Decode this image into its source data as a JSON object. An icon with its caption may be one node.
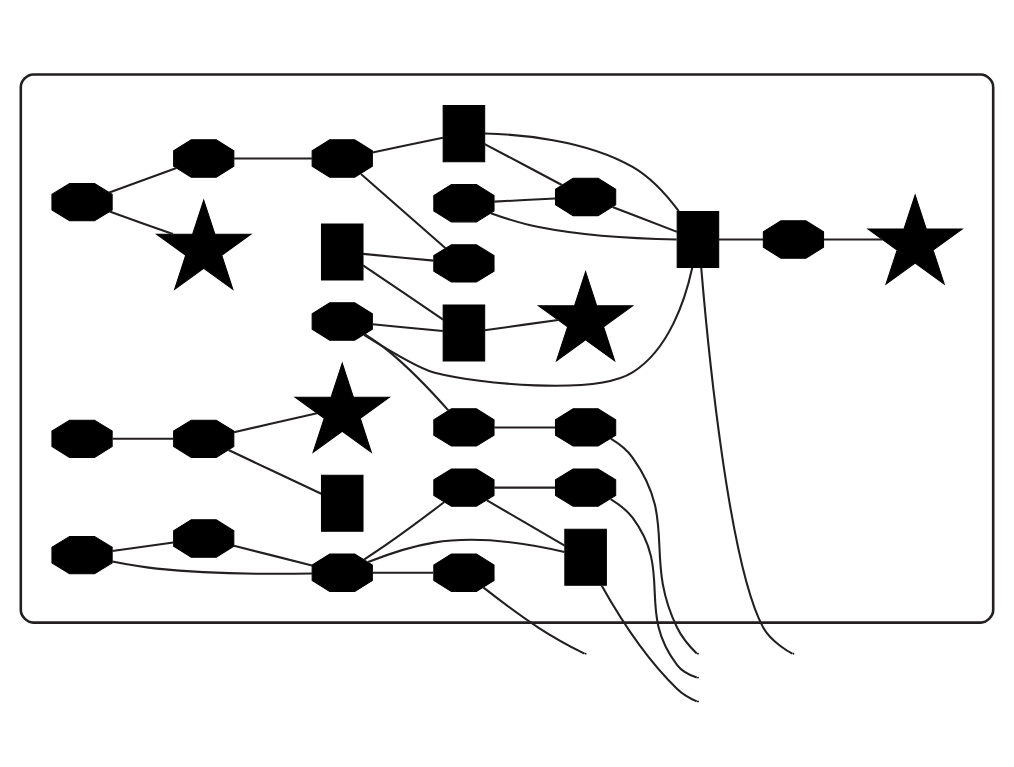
{
  "diagram": {
    "nodes": [
      {
        "text": [],
        "shape": "cloud"
      },
      {
        "text": [],
        "shape": "octagon",
        "in": 0
      },
      {
        "text": [],
        "shape": "octagon",
        "in": 0
      },
      {
        "text": [],
        "shape": "octagon",
        "in": 0
      },
      {
        "text": [],
        "shape": "box",
        "in": 0
      },
      {
        "text": [],
        "shape": "star",
        "in": 0
      },
      {
        "text": [],
        "shape": "octagon",
        "in": 0
      },
      {
        "text": [],
        "shape": "box",
        "in": 0
      },
      {
        "text": [],
        "shape": "octagon",
        "in": 0
      },
      {
        "text": [],
        "shape": "octagon",
        "in": 0
      },
      {
        "text": [],
        "shape": "octagon",
        "in": 0
      },
      {
        "text": [],
        "shape": "octagon",
        "in": 0
      },
      {
        "text": [],
        "shape": "octagon",
        "in": 0
      },
      {
        "text": [],
        "shape": "box",
        "in": 0
      },
      {
        "text": [],
        "shape": "octagon",
        "in": 0
      },
      {
        "text": [],
        "shape": "octagon",
        "in": 0
      },
      {
        "text": [],
        "shape": "octagon",
        "in": 0
      },
      {
        "text": [],
        "shape": "box",
        "in": 0
      },
      {
        "text": [],
        "shape": "octagon",
        "in": 0
      },
      {
        "text": [],
        "shape": "octagon",
        "in": 0
      },
      {
        "text": [],
        "shape": "octagon",
        "in": 0
      },
      {
        "text": [],
        "shape": "star",
        "in": 0
      },
      {
        "text": [],
        "shape": "box",
        "in": 0
      },
      {
        "text": [],
        "shape": "octagon",
        "in": 0
      },
      {
        "text": [],
        "shape": "star",
        "in": 0
      },
      {
        "text": [],
        "shape": "octagon",
        "in": 0
      },
      {
        "text": [],
        "shape": "box",
        "in": 0
      },
      {
        "text": [],
        "shape": "octagon",
        "in": 0
      },
      {
        "text": [],
        "shape": "star",
        "in": 0
      }
    ],
    "edges": [
      {
        "from": 1,
        "to": 2,
        "arrow": "none"
      },
      {
        "from": 1,
        "to": 3,
        "arrow": "none"
      },
      {
        "from": 3,
        "to": 2,
        "arrow": "none"
      },
      {
        "from": 2,
        "to": 9,
        "arrow": "none"
      },
      {
        "from": 2,
        "to": 4,
        "arrow": "none"
      },
      {
        "from": 2,
        "to": 8,
        "arrow": "none"
      },
      {
        "from": 8,
        "to": 4,
        "arrow": "none"
      },
      {
        "from": 4,
        "to": null,
        "arrow": "none"
      },
      {
        "from": 8,
        "to": 14,
        "arrow": "none"
      },
      {
        "from": 14,
        "to": null,
        "arrow": "none"
      },
      {
        "from": 9,
        "to": null,
        "arrow": "none"
      },
      {
        "from": 6,
        "to": 5,
        "arrow": "none"
      },
      {
        "from": 6,
        "to": 11,
        "arrow": "none"
      },
      {
        "from": 11,
        "to": 12,
        "arrow": "none"
      },
      {
        "from": 12,
        "to": 7,
        "arrow": "none"
      },
      {
        "from": 12,
        "to": 16,
        "arrow": "none"
      },
      {
        "from": 7,
        "to": 13,
        "arrow": "none"
      },
      {
        "from": 7,
        "to": 15,
        "arrow": "none"
      },
      {
        "from": 10,
        "to": 15,
        "arrow": "none"
      },
      {
        "from": 10,
        "to": 13,
        "arrow": "none"
      },
      {
        "from": 13,
        "to": null,
        "arrow": "none"
      },
      {
        "from": 15,
        "to": 13,
        "arrow": "none"
      },
      {
        "from": 23,
        "to": 13,
        "arrow": "none"
      },
      {
        "from": 13,
        "to": 20,
        "arrow": "none"
      },
      {
        "from": 20,
        "to": 24,
        "arrow": "none"
      },
      {
        "from": 27,
        "to": null,
        "arrow": "none"
      },
      {
        "from": 19,
        "to": 27,
        "arrow": "none"
      },
      {
        "from": 23,
        "to": 19,
        "arrow": "none"
      },
      {
        "from": 23,
        "to": 22,
        "arrow": "none"
      },
      {
        "from": 22,
        "to": 21,
        "arrow": "none"
      },
      {
        "from": 17,
        "to": 16,
        "arrow": "none"
      },
      {
        "from": 17,
        "to": 22,
        "arrow": "none"
      },
      {
        "from": 18,
        "to": 25,
        "arrow": "none"
      },
      {
        "from": 25,
        "to": 26,
        "arrow": "none"
      },
      {
        "from": 25,
        "to": 28,
        "arrow": "none"
      }
    ]
  }
}
